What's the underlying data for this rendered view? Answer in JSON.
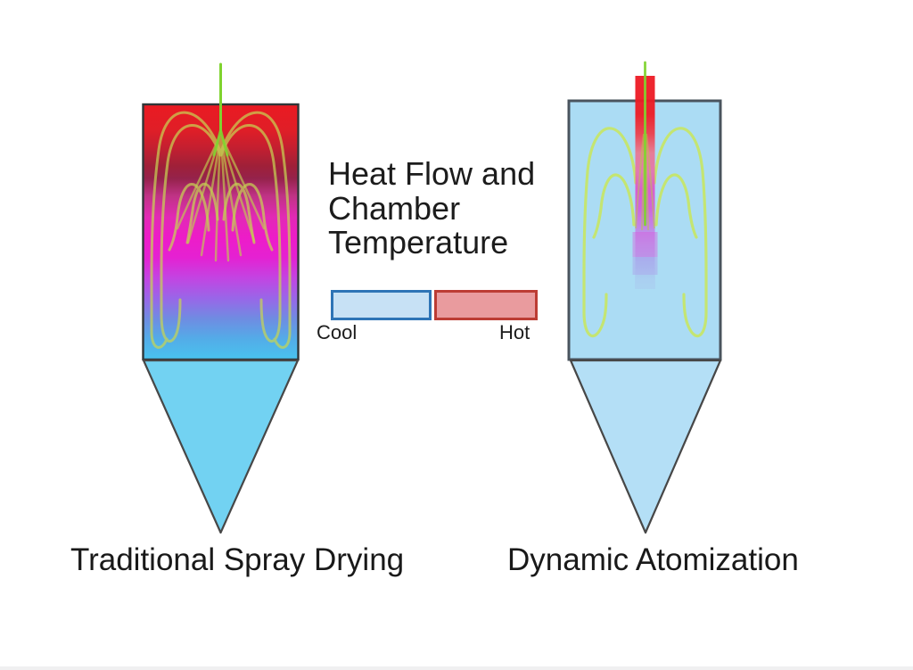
{
  "title": {
    "line1": "Heat Flow and",
    "line2": "Chamber",
    "line3": "Temperature"
  },
  "legend": {
    "cool": {
      "label": "Cool",
      "fill": "#C7E1F5",
      "border": "#2E74B6"
    },
    "hot": {
      "label": "Hot",
      "fill": "#E99B9E",
      "border": "#BC3C34"
    }
  },
  "panels": {
    "left": {
      "caption": "Traditional Spray Drying",
      "chamber_gradient_top_to_bottom": [
        "#EA1A22",
        "#C41F30",
        "#95224B",
        "#E12AB4",
        "#ED1CC8",
        "#9966E8",
        "#53ACE8",
        "#49C3EE"
      ],
      "cone_fill": "#72D2F2"
    },
    "right": {
      "caption": "Dynamic Atomization",
      "chamber_fill": "#ABDCF4",
      "cone_fill": "#B4DFF6",
      "jet_gradient_top_to_bottom": [
        "#ED1B24",
        "#F06E85",
        "#E43FC8",
        "#BA7FE6",
        "#A8BCEE"
      ]
    }
  },
  "colors": {
    "background": "#FFFFFF",
    "flow_line": "#C8D653",
    "flow_line_right": "#C7E765",
    "nozzle_line": "#7FD32F",
    "chamber_border_left": "#303638",
    "chamber_border_right": "#4A545E",
    "cone_border": "#474747",
    "text": "#1C1C1C"
  }
}
